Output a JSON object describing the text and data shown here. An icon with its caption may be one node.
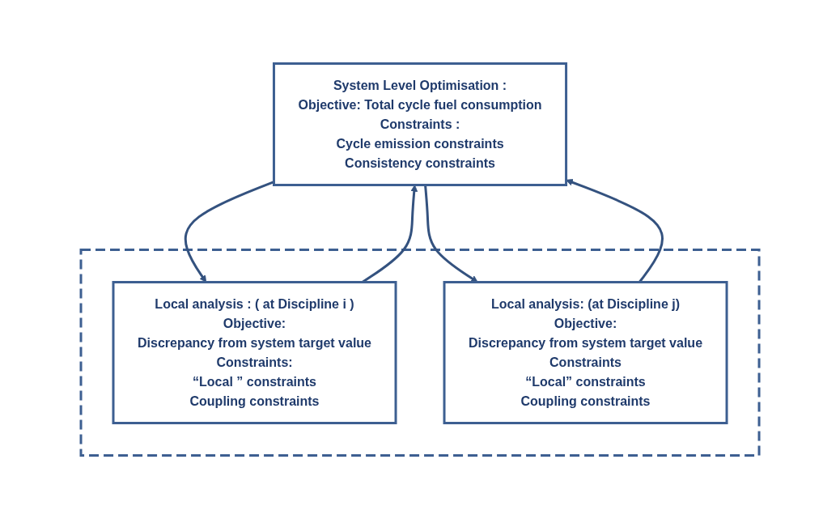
{
  "diagram": {
    "nodes": [
      {
        "text": [
          "System Level Optimisation :",
          "Objective: Total cycle fuel consumption",
          "Constraints :",
          "Cycle emission constraints",
          "Consistency constraints"
        ]
      },
      {
        "text": [],
        "shape": "box"
      },
      {
        "text": [
          "Local analysis : ( at Discipline i )",
          "Objective:",
          "Discrepancy from system target value",
          "Constraints:",
          "“Local ” constraints",
          "Coupling constraints"
        ],
        "in": 1
      },
      {
        "text": [
          "Local analysis: (at Discipline j)",
          "Objective:",
          "Discrepancy from system target value",
          "Constraints",
          "“Local” constraints",
          "Coupling constraints"
        ],
        "in": 1
      }
    ],
    "edges": [
      {
        "from": 0,
        "to": 2,
        "arrow": "to"
      },
      {
        "from": 2,
        "to": 0,
        "arrow": "to"
      },
      {
        "from": 0,
        "to": 3,
        "arrow": "to"
      },
      {
        "from": 3,
        "to": 0,
        "arrow": "to"
      }
    ]
  }
}
